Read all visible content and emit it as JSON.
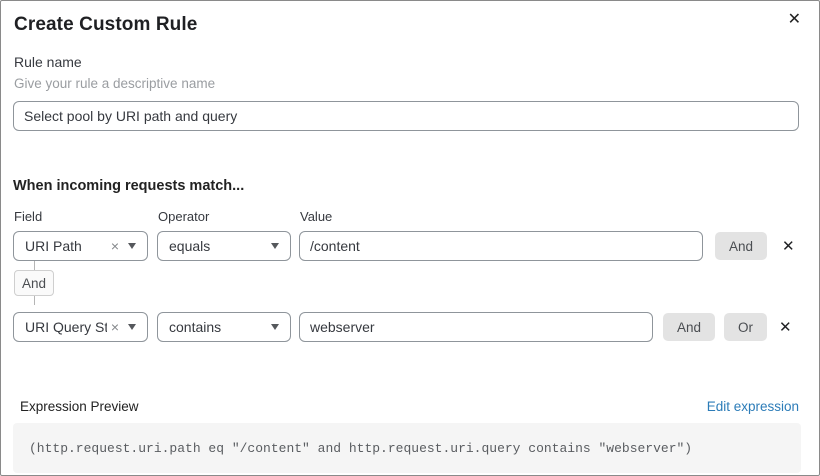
{
  "dialog": {
    "title": "Create Custom Rule"
  },
  "icons": {
    "close": "✕",
    "clear": "×"
  },
  "rule_name": {
    "label": "Rule name",
    "hint": "Give your rule a descriptive name",
    "value": "Select pool by URI path and query"
  },
  "match_section": {
    "heading": "When incoming requests match...",
    "columns": {
      "field": "Field",
      "operator": "Operator",
      "value": "Value"
    },
    "connector_label": "And",
    "rows": [
      {
        "field": "URI Path",
        "operator": "equals",
        "value": "/content",
        "buttons": [
          "And"
        ]
      },
      {
        "field": "URI Query St...",
        "operator": "contains",
        "value": "webserver",
        "buttons": [
          "And",
          "Or"
        ]
      }
    ]
  },
  "expression": {
    "label": "Expression Preview",
    "edit_link": "Edit expression",
    "code": "(http.request.uri.path eq \"/content\" and http.request.uri.query contains \"webserver\")"
  },
  "colors": {
    "link_blue": "#2c7cb8",
    "button_gray_bg": "#e3e3e3",
    "code_block_bg": "#f5f5f5",
    "input_border": "#8f959b",
    "connector_badge_bg": "#fafafa"
  }
}
